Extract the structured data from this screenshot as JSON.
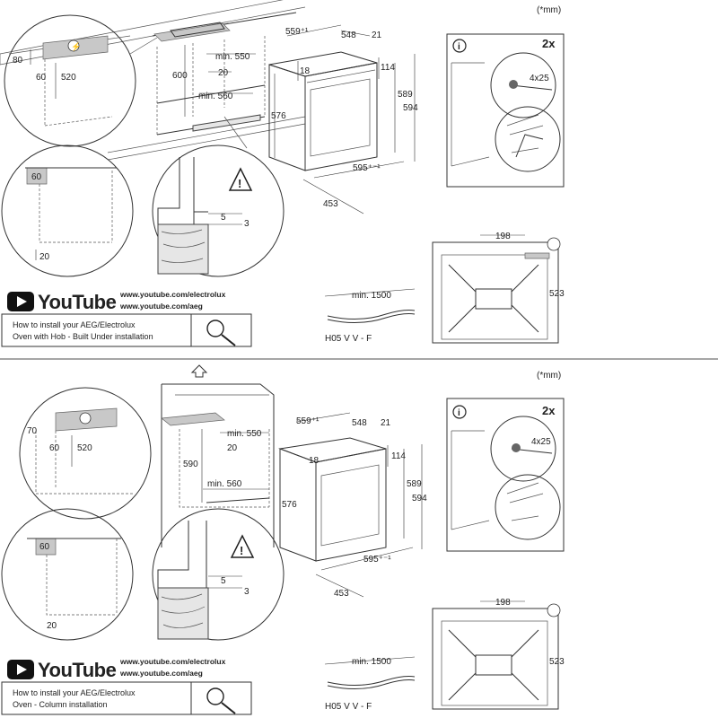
{
  "unit_note": "(*mm)",
  "panels": [
    {
      "dims": {
        "w559": "559⁺¹",
        "w548": "548",
        "w21": "21",
        "h114": "114",
        "h18": "18",
        "h589": "589",
        "h594": "594",
        "h576": "576",
        "w595": "595⁺⁻¹",
        "w453": "453",
        "min550": "min. 550",
        "w20": "20",
        "min560": "min. 560",
        "h600": "600",
        "h80": "80",
        "h60": "60",
        "h520": "520",
        "corner60": "60",
        "corner20": "20",
        "d5": "5",
        "d3": "3",
        "screw": "4x25",
        "qty": "2x",
        "w198": "198",
        "h523": "523",
        "cable_min": "min. 1500",
        "cable_type": "H05 V V - F"
      },
      "youtube": {
        "logo_text": "YouTube",
        "urls": [
          "www.youtube.com/electrolux",
          "www.youtube.com/aeg"
        ],
        "caption_lines": [
          "How to install your AEG/Electrolux",
          "Oven with Hob - Built Under installation"
        ]
      }
    },
    {
      "dims": {
        "w559": "559⁺¹",
        "w548": "548",
        "w21": "21",
        "h114": "114",
        "h18": "18",
        "h589": "589",
        "h594": "594",
        "h576": "576",
        "w595": "595⁺⁻¹",
        "w453": "453",
        "min550": "min. 550",
        "w20": "20",
        "min560": "min. 560",
        "h590": "590",
        "h70": "70",
        "h60": "60",
        "h520": "520",
        "corner60": "60",
        "corner20": "20",
        "d5": "5",
        "d3": "3",
        "screw": "4x25",
        "qty": "2x",
        "w198": "198",
        "h523": "523",
        "cable_min": "min. 1500",
        "cable_type": "H05 V V - F"
      },
      "youtube": {
        "logo_text": "YouTube",
        "urls": [
          "www.youtube.com/electrolux",
          "www.youtube.com/aeg"
        ],
        "caption_lines": [
          "How to install your AEG/Electrolux",
          "Oven - Column installation"
        ]
      }
    }
  ]
}
